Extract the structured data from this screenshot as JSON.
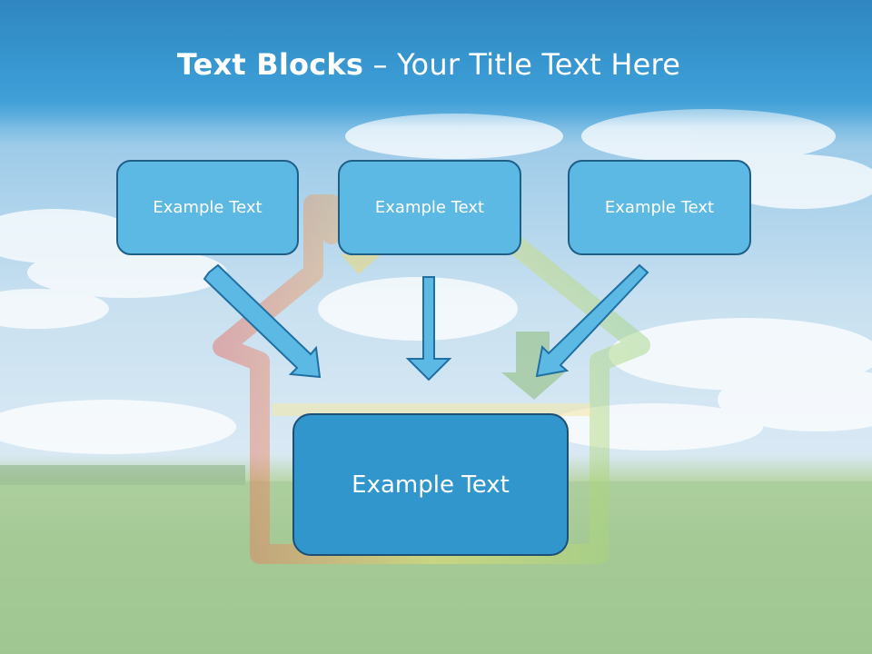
{
  "slide": {
    "title_bold": "Text Blocks",
    "title_dash": " – ",
    "title_rest": "Your Title Text Here"
  },
  "blocks": {
    "top_left": "Example Text",
    "top_center": "Example Text",
    "top_right": "Example Text",
    "bottom_center": "Example Text"
  },
  "colors": {
    "box_fill": "#5cb9e4",
    "box_border": "#1f5f86",
    "big_box_fill": "#3196cc",
    "arrow_fill": "#5cb9e4"
  }
}
